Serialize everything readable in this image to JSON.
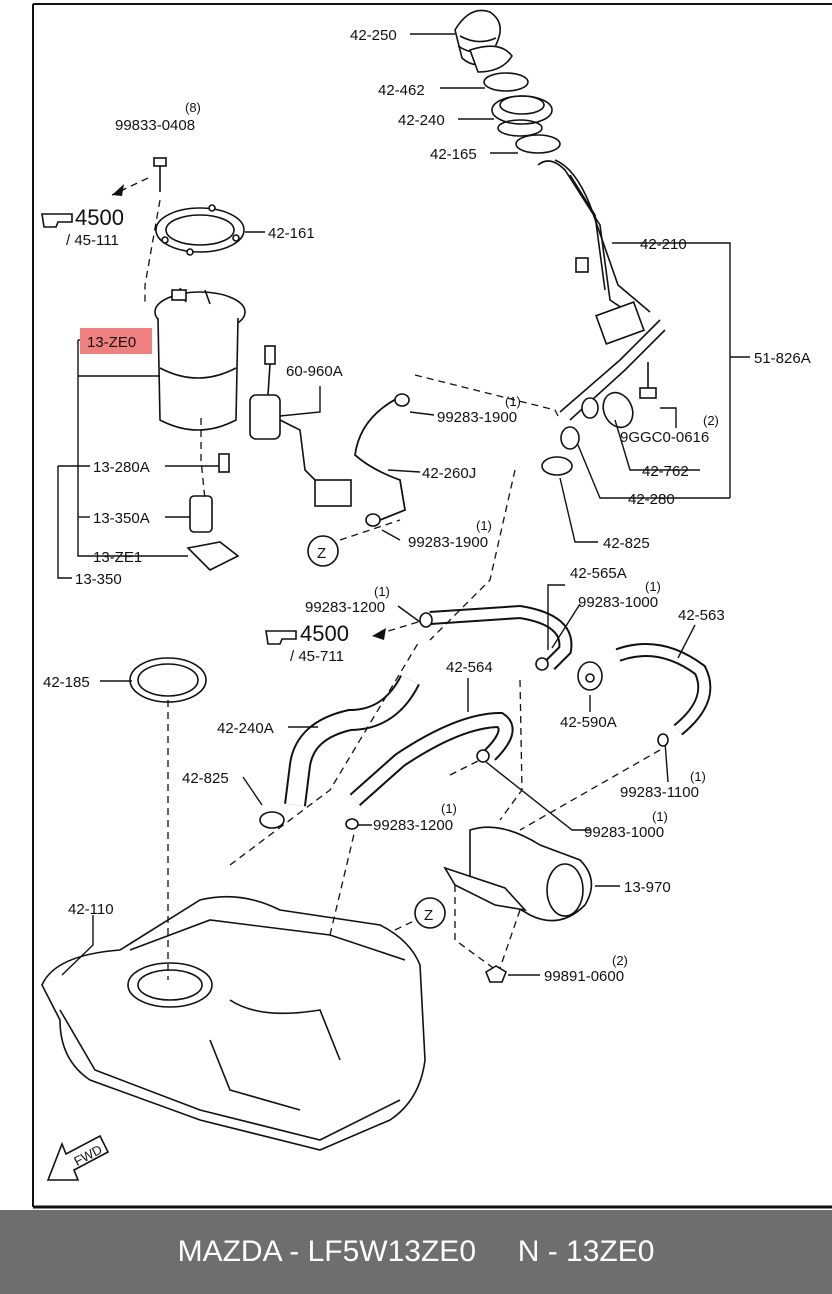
{
  "diagram": {
    "labels": {
      "p42_250": "42-250",
      "p42_462": "42-462",
      "p42_240": "42-240",
      "p42_165": "42-165",
      "p42_210": "42-210",
      "p51_826A": "51-826A",
      "p99833_0408": "99833-0408",
      "q8": "(8)",
      "ref4500_a": "4500",
      "ref45_111": "/ 45-111",
      "p42_161": "42-161",
      "p13_ZE0": "13-ZE0",
      "p60_960A": "60-960A",
      "p99283_1900_a": "99283-1900",
      "q1_a": "(1)",
      "p9GGC0_0616": "9GGC0-0616",
      "q2_a": "(2)",
      "p42_260J": "42-260J",
      "p42_762": "42-762",
      "p42_280": "42-280",
      "p13_280A": "13-280A",
      "p13_350A": "13-350A",
      "p99283_1900_b": "99283-1900",
      "q1_b": "(1)",
      "p42_825_a": "42-825",
      "p13_ZE1": "13-ZE1",
      "p13_350": "13-350",
      "zone_z_a": "Z",
      "p42_565A": "42-565A",
      "p99283_1200_a": "99283-1200",
      "q1_c": "(1)",
      "p99283_1000_a": "99283-1000",
      "q1_d": "(1)",
      "p42_563": "42-563",
      "ref4500_b": "4500",
      "ref45_711": "/ 45-711",
      "p42_564": "42-564",
      "p42_185": "42-185",
      "p42_590A": "42-590A",
      "p42_240A": "42-240A",
      "p99283_1100": "99283-1100",
      "q1_e": "(1)",
      "p42_825_b": "42-825",
      "p99283_1200_b": "99283-1200",
      "q1_f": "(1)",
      "p99283_1000_b": "99283-1000",
      "q1_g": "(1)",
      "p13_970": "13-970",
      "p42_110": "42-110",
      "zone_z_b": "Z",
      "p99891_0600": "99891-0600",
      "q2_b": "(2)",
      "fwd": "FWD"
    },
    "highlight_color": "#f08080"
  },
  "footer": {
    "brand": "MAZDA - LF5W13ZE0",
    "code": "N - 13ZE0"
  },
  "colors": {
    "footer_bg": "#6e6e6e",
    "footer_text": "#ffffff",
    "ink": "#111111"
  }
}
